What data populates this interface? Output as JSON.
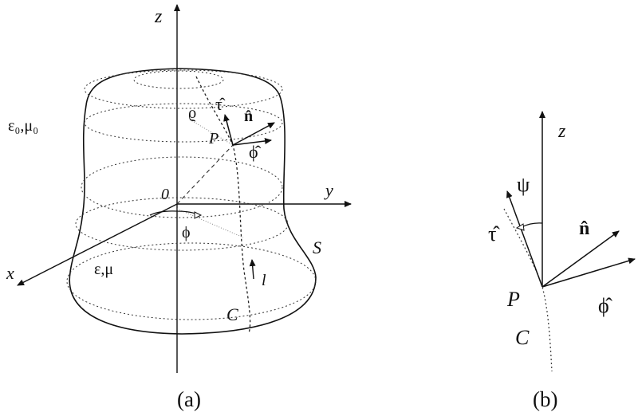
{
  "panel_a": {
    "axis_z": "z",
    "axis_y": "y",
    "axis_x": "x",
    "origin": "0",
    "outer_medium": "ε₀,μ₀",
    "inner_medium": "ε,μ",
    "surface": "S",
    "curve": "C",
    "point": "P",
    "rho": "ϱ",
    "phi_angle": "ϕ",
    "arc_length": "l",
    "tau_hat": "τ̂",
    "n_hat": "n̂",
    "phi_hat": "ϕ̂",
    "caption": "(a)"
  },
  "panel_b": {
    "axis_z": "z",
    "psi": "ψ",
    "tau_hat": "τ̂",
    "n_hat": "n̂",
    "phi_hat": "ϕ̂",
    "point": "P",
    "curve": "C",
    "caption": "(b)"
  }
}
